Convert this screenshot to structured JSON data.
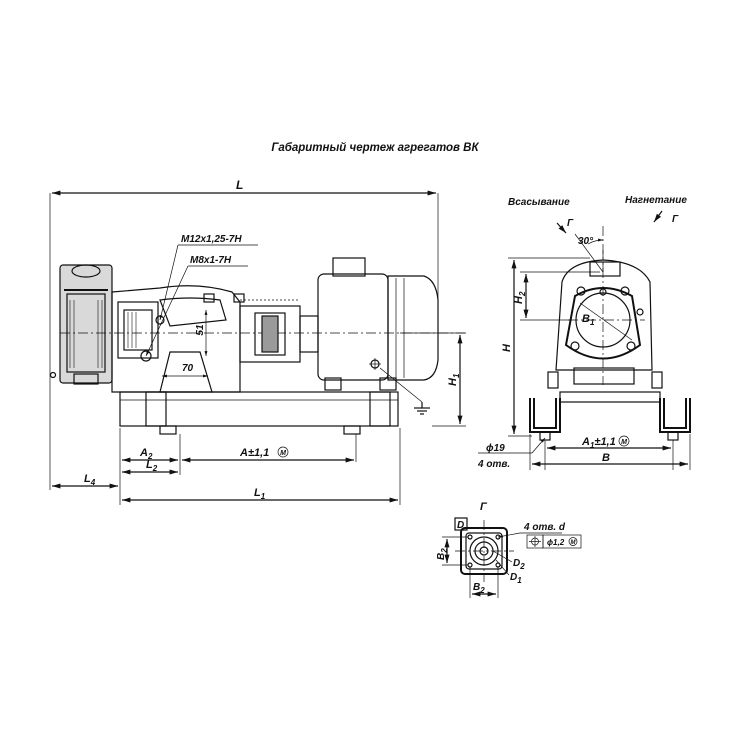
{
  "title": "Габаритный чертеж агрегатов ВК",
  "side_view": {
    "dim_L": "L",
    "thread_1": "М12х1,25-7Н",
    "thread_2": "М8х1-7Н",
    "dim_51": "51",
    "dim_70": "70",
    "dim_H1": "H",
    "dim_H1_sub": "1",
    "dim_A2": "A",
    "dim_A2_sub": "2",
    "dim_L2": "L",
    "dim_L2_sub": "2",
    "dim_A": "A±1,1",
    "dim_A_circle": "M",
    "dim_L4": "L",
    "dim_L4_sub": "4",
    "dim_L1": "L",
    "dim_L1_sub": "1"
  },
  "front_view": {
    "suction": "Всасывание",
    "discharge": "Нагнетание",
    "view_mark_left": "Г",
    "view_mark_right": "Г",
    "angle": "30°",
    "dim_H2": "H",
    "dim_H2_sub": "2",
    "dim_H": "H",
    "dim_B1": "B",
    "dim_B1_sub": "1",
    "dim_phi19": "ϕ19",
    "holes_4": "4 отв.",
    "dim_A1": "A",
    "dim_A1_sub": "1",
    "dim_A1_tol": "±1,1",
    "dim_A1_circle": "M",
    "dim_B": "B"
  },
  "detail_view": {
    "view_label": "Г",
    "dim_D": "D",
    "holes_d": "4 отв. d",
    "tol_value": "ϕ1,2",
    "tol_circle": "M",
    "dim_D2": "D",
    "dim_D2_sub": "2",
    "dim_D1": "D",
    "dim_D1_sub": "1",
    "dim_B2_v": "B",
    "dim_B2_v_sub": "2",
    "dim_B2_h": "B",
    "dim_B2_h_sub": "2"
  }
}
